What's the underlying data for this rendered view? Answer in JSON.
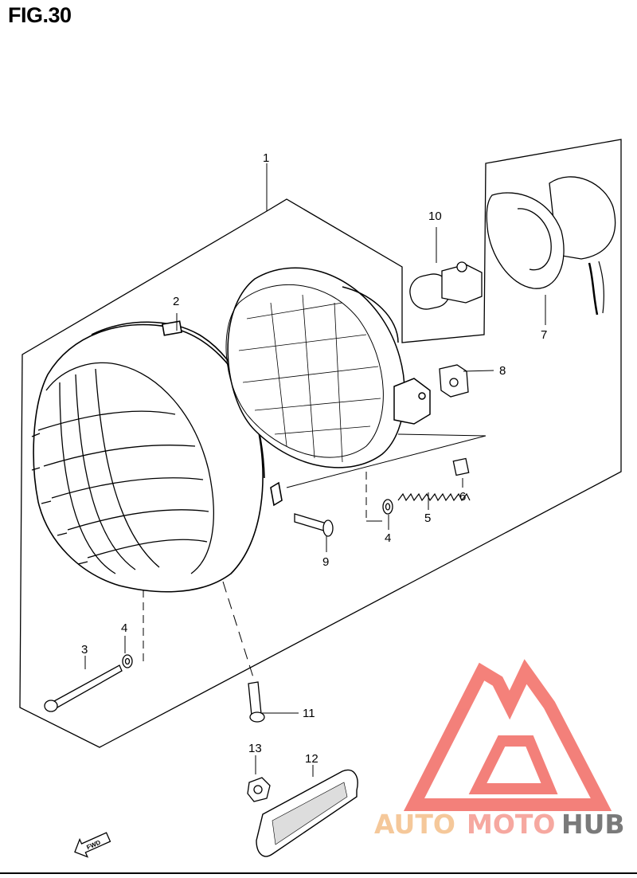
{
  "figure": {
    "title": "FIG.30"
  },
  "callouts": [
    {
      "id": "c1",
      "label": "1"
    },
    {
      "id": "c2",
      "label": "2"
    },
    {
      "id": "c3",
      "label": "3"
    },
    {
      "id": "c4a",
      "label": "4"
    },
    {
      "id": "c4b",
      "label": "4"
    },
    {
      "id": "c5",
      "label": "5"
    },
    {
      "id": "c6",
      "label": "6"
    },
    {
      "id": "c7",
      "label": "7"
    },
    {
      "id": "c8",
      "label": "8"
    },
    {
      "id": "c9",
      "label": "9"
    },
    {
      "id": "c10",
      "label": "10"
    },
    {
      "id": "c11",
      "label": "11"
    },
    {
      "id": "c12",
      "label": "12"
    },
    {
      "id": "c13",
      "label": "13"
    }
  ],
  "fwd_arrow": {
    "label": "FWD",
    "icon": "forward-arrow-icon"
  },
  "watermark": {
    "part1": "AUTO",
    "part2": "MOTO",
    "part3": "HUB",
    "colors": {
      "auto": "#f5c89a",
      "moto": "#f6a8a0",
      "hub": "#7a7a7a",
      "logo": "#f26b63"
    }
  }
}
